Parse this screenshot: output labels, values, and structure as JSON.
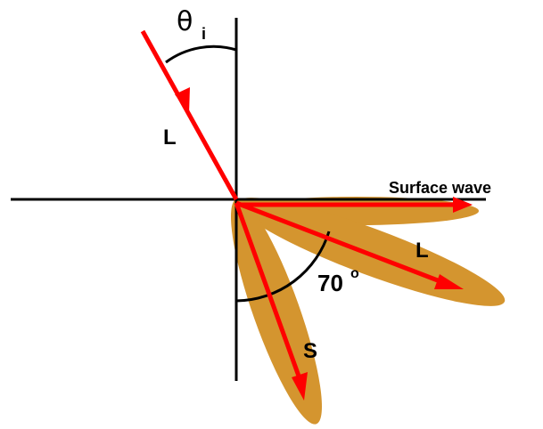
{
  "diagram": {
    "incident_angle_symbol": "θ",
    "incident_angle_subscript": "i",
    "incident_wave_label": "L",
    "surface_wave_label": "Surface wave",
    "refracted_longitudinal_label": "L",
    "refracted_shear_label": "S",
    "angle_value": "70",
    "angle_degree_mark": "o"
  },
  "colors": {
    "ray": "#ff0000",
    "lobe": "#d4952f",
    "line": "#000000",
    "background": "#ffffff"
  }
}
